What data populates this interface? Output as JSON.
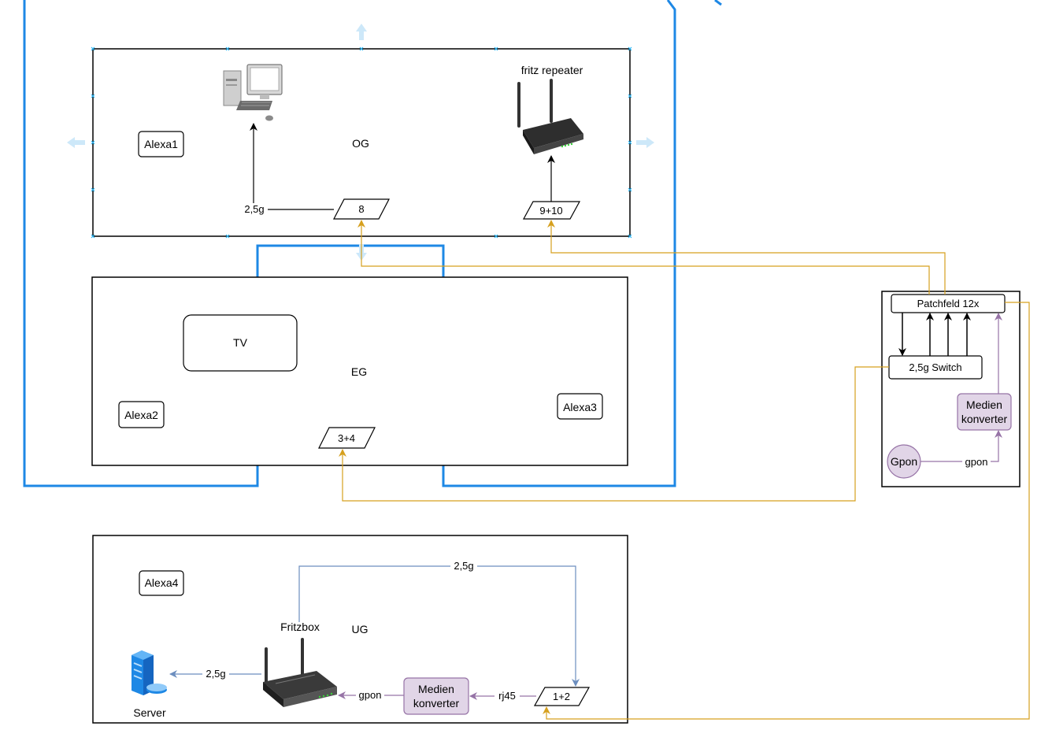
{
  "floors": {
    "og": {
      "label": "OG"
    },
    "eg": {
      "label": "EG"
    },
    "ug": {
      "label": "UG"
    }
  },
  "alexa": [
    "Alexa1",
    "Alexa2",
    "Alexa3",
    "Alexa4"
  ],
  "tv": {
    "label": "TV"
  },
  "ports": {
    "p8": "8",
    "p9_10": "9+10",
    "p3_4": "3+4",
    "p1_2": "1+2"
  },
  "devices": {
    "repeater": "fritz repeater",
    "fritzbox": "Fritzbox",
    "server": "Server"
  },
  "rack": {
    "patchfeld": "Patchfeld 12x",
    "switch": "2,5g Switch",
    "medien_top": "Medien",
    "medien_bottom": "konverter",
    "gpon_node": "Gpon",
    "gpon_edge": "gpon"
  },
  "ug_links": {
    "medien_top": "Medien",
    "medien_bottom": "konverter",
    "gpon": "gpon",
    "rj45": "rj45",
    "speed_top": "2,5g",
    "speed_server": "2,5g"
  },
  "og_links": {
    "speed_pc": "2,5g"
  },
  "colors": {
    "blue_outline": "#1e88e5",
    "orange": "#d6a01e",
    "purple": "#9673a6",
    "purple_fill": "#e1d5e7",
    "steel_blue": "#6c8ebf",
    "handle": "#29b6f6"
  },
  "icons": [
    "desktop-computer-icon",
    "router-icon",
    "server-icon",
    "wifi-router-icon"
  ]
}
